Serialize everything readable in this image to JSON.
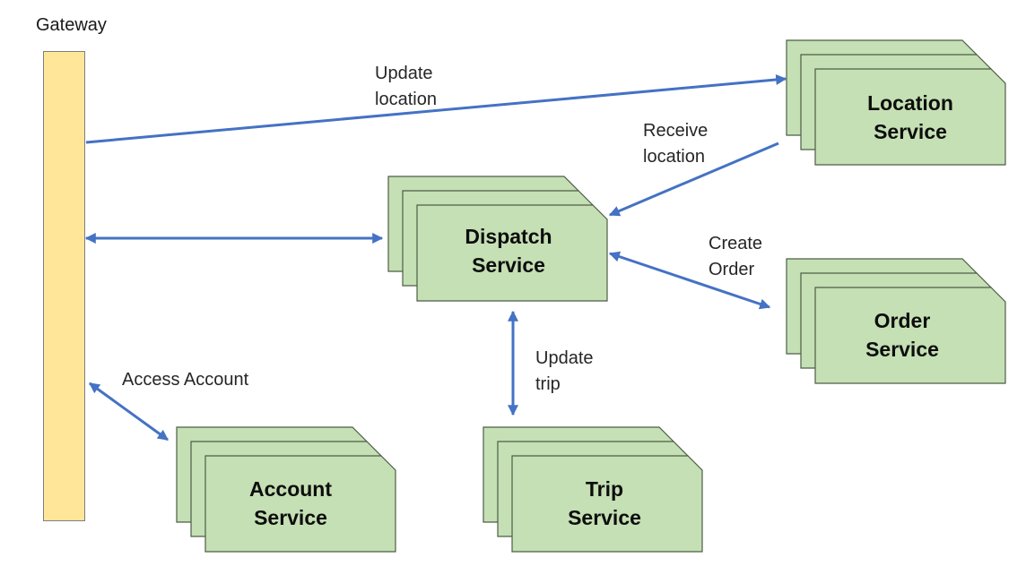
{
  "gateway": {
    "title": "Gateway"
  },
  "services": {
    "location": {
      "line1": "Location",
      "line2": "Service"
    },
    "dispatch": {
      "line1": "Dispatch",
      "line2": "Service"
    },
    "order": {
      "line1": "Order",
      "line2": "Service"
    },
    "account": {
      "line1": "Account",
      "line2": "Service"
    },
    "trip": {
      "line1": "Trip",
      "line2": "Service"
    }
  },
  "edges": {
    "update_location": {
      "line1": "Update",
      "line2": "location"
    },
    "receive_location": {
      "line1": "Receive",
      "line2": "location"
    },
    "create_order": {
      "line1": "Create",
      "line2": "Order"
    },
    "update_trip": {
      "line1": "Update",
      "line2": "trip"
    },
    "access_account": {
      "line1": "Access Account"
    }
  },
  "colors": {
    "gateway_fill": "#ffe699",
    "service_fill": "#c5e0b4",
    "arrow": "#4472c4"
  }
}
